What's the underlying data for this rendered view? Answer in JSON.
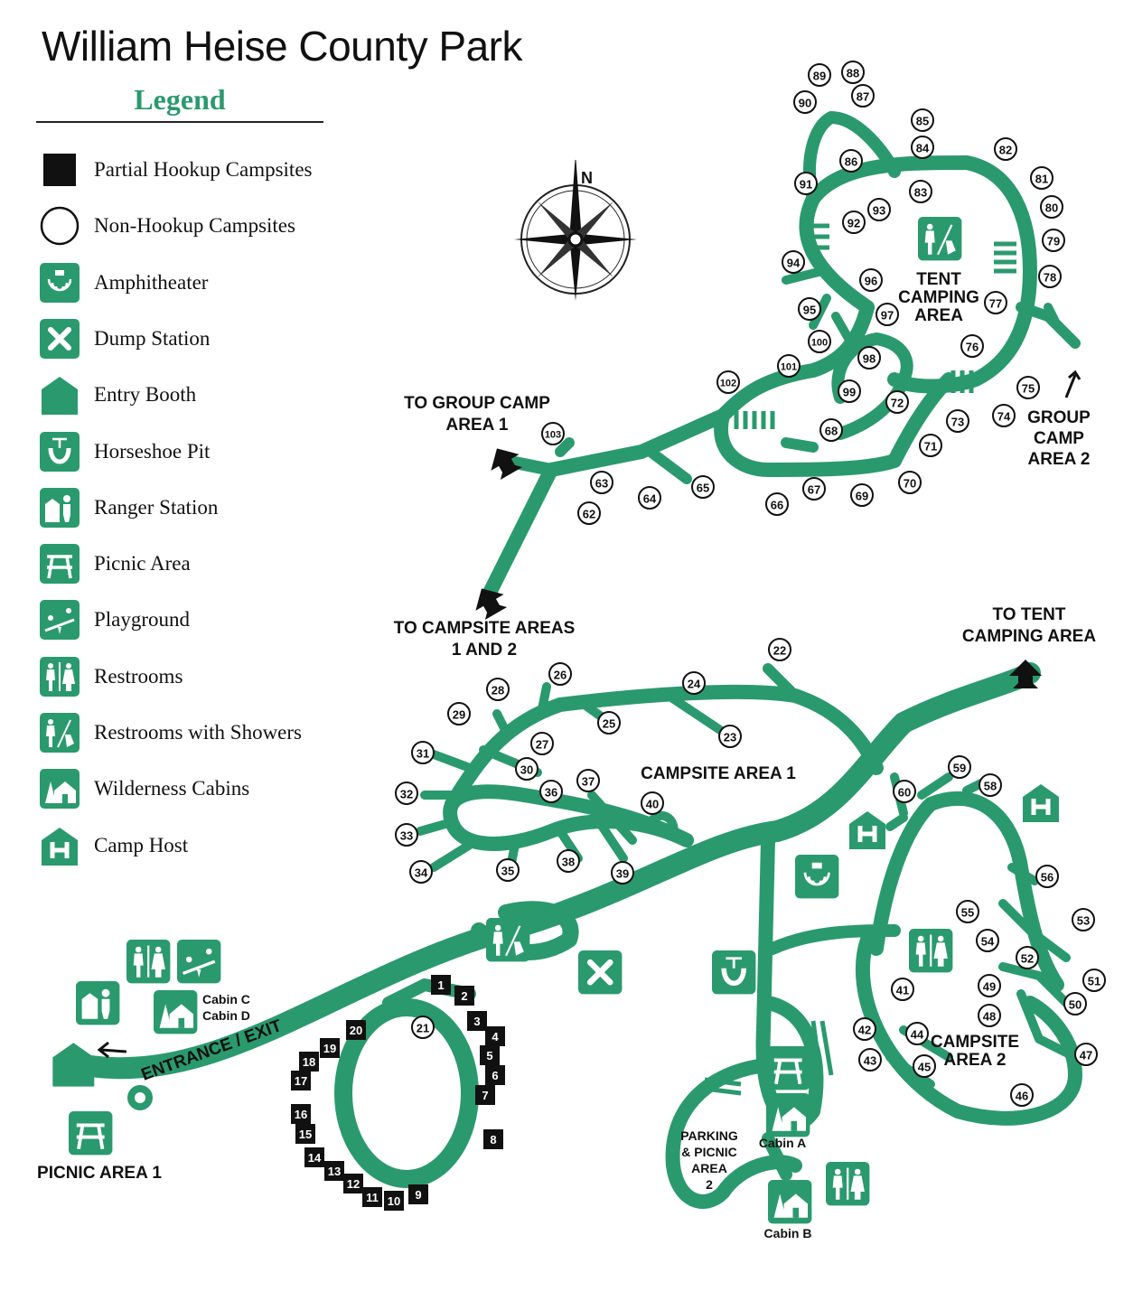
{
  "title": "William Heise County Park",
  "legend": {
    "heading": "Legend",
    "items": [
      {
        "label": "Partial Hookup Campsites",
        "icon": "black-square-icon"
      },
      {
        "label": "Non-Hookup Campsites",
        "icon": "circle-icon"
      },
      {
        "label": "Amphitheater",
        "icon": "amphitheater-icon"
      },
      {
        "label": "Dump Station",
        "icon": "dump-station-icon"
      },
      {
        "label": "Entry Booth",
        "icon": "entry-booth-icon"
      },
      {
        "label": "Horseshoe Pit",
        "icon": "horseshoe-pit-icon"
      },
      {
        "label": "Ranger Station",
        "icon": "ranger-station-icon"
      },
      {
        "label": "Picnic Area",
        "icon": "picnic-area-icon"
      },
      {
        "label": "Playground",
        "icon": "playground-icon"
      },
      {
        "label": "Restrooms",
        "icon": "restrooms-icon"
      },
      {
        "label": "Restrooms with Showers",
        "icon": "restrooms-showers-icon"
      },
      {
        "label": "Wilderness Cabins",
        "icon": "wilderness-cabins-icon"
      },
      {
        "label": "Camp Host",
        "icon": "camp-host-icon"
      }
    ]
  },
  "compass": {
    "north": "N"
  },
  "labels": {
    "group_camp_1": [
      "TO GROUP CAMP",
      "AREA 1"
    ],
    "campsite_areas": [
      "TO CAMPSITE AREAS",
      "1 AND 2"
    ],
    "tent_camping_area_to": [
      "TO TENT",
      "CAMPING AREA"
    ],
    "tent_camping_area": [
      "TENT",
      "CAMPING",
      "AREA"
    ],
    "group_camp_2": [
      "GROUP",
      "CAMP",
      "AREA 2"
    ],
    "campsite_area_1": "CAMPSITE AREA 1",
    "campsite_area_2": [
      "CAMPSITE",
      "AREA 2"
    ],
    "entrance": "ENTRANCE / EXIT",
    "picnic_area_1": "PICNIC AREA 1",
    "parking": [
      "PARKING",
      "& PICNIC",
      "AREA",
      "2"
    ],
    "cabin_a": "Cabin A",
    "cabin_b": "Cabin B",
    "cabin_c": "Cabin C",
    "cabin_d": "Cabin D"
  },
  "colors": {
    "road": "#2a9a6e",
    "hookup": "#111111"
  },
  "hookup_sites": [
    "1",
    "2",
    "3",
    "4",
    "5",
    "6",
    "7",
    "8",
    "9",
    "10",
    "11",
    "12",
    "13",
    "14",
    "15",
    "16",
    "17",
    "18",
    "19",
    "20"
  ],
  "non_hookup_sites": [
    "21",
    "22",
    "23",
    "24",
    "25",
    "26",
    "27",
    "28",
    "29",
    "30",
    "31",
    "32",
    "33",
    "34",
    "35",
    "36",
    "37",
    "38",
    "39",
    "40",
    "41",
    "42",
    "43",
    "44",
    "45",
    "46",
    "47",
    "48",
    "49",
    "50",
    "51",
    "52",
    "53",
    "54",
    "55",
    "56",
    "58",
    "59",
    "60",
    "62",
    "63",
    "64",
    "65",
    "66",
    "67",
    "68",
    "69",
    "70",
    "71",
    "72",
    "73",
    "74",
    "75",
    "76",
    "77",
    "78",
    "79",
    "80",
    "81",
    "82",
    "83",
    "84",
    "85",
    "86",
    "87",
    "88",
    "89",
    "90",
    "91",
    "92",
    "93",
    "94",
    "95",
    "96",
    "97",
    "98",
    "99",
    "100",
    "101",
    "102",
    "103"
  ]
}
